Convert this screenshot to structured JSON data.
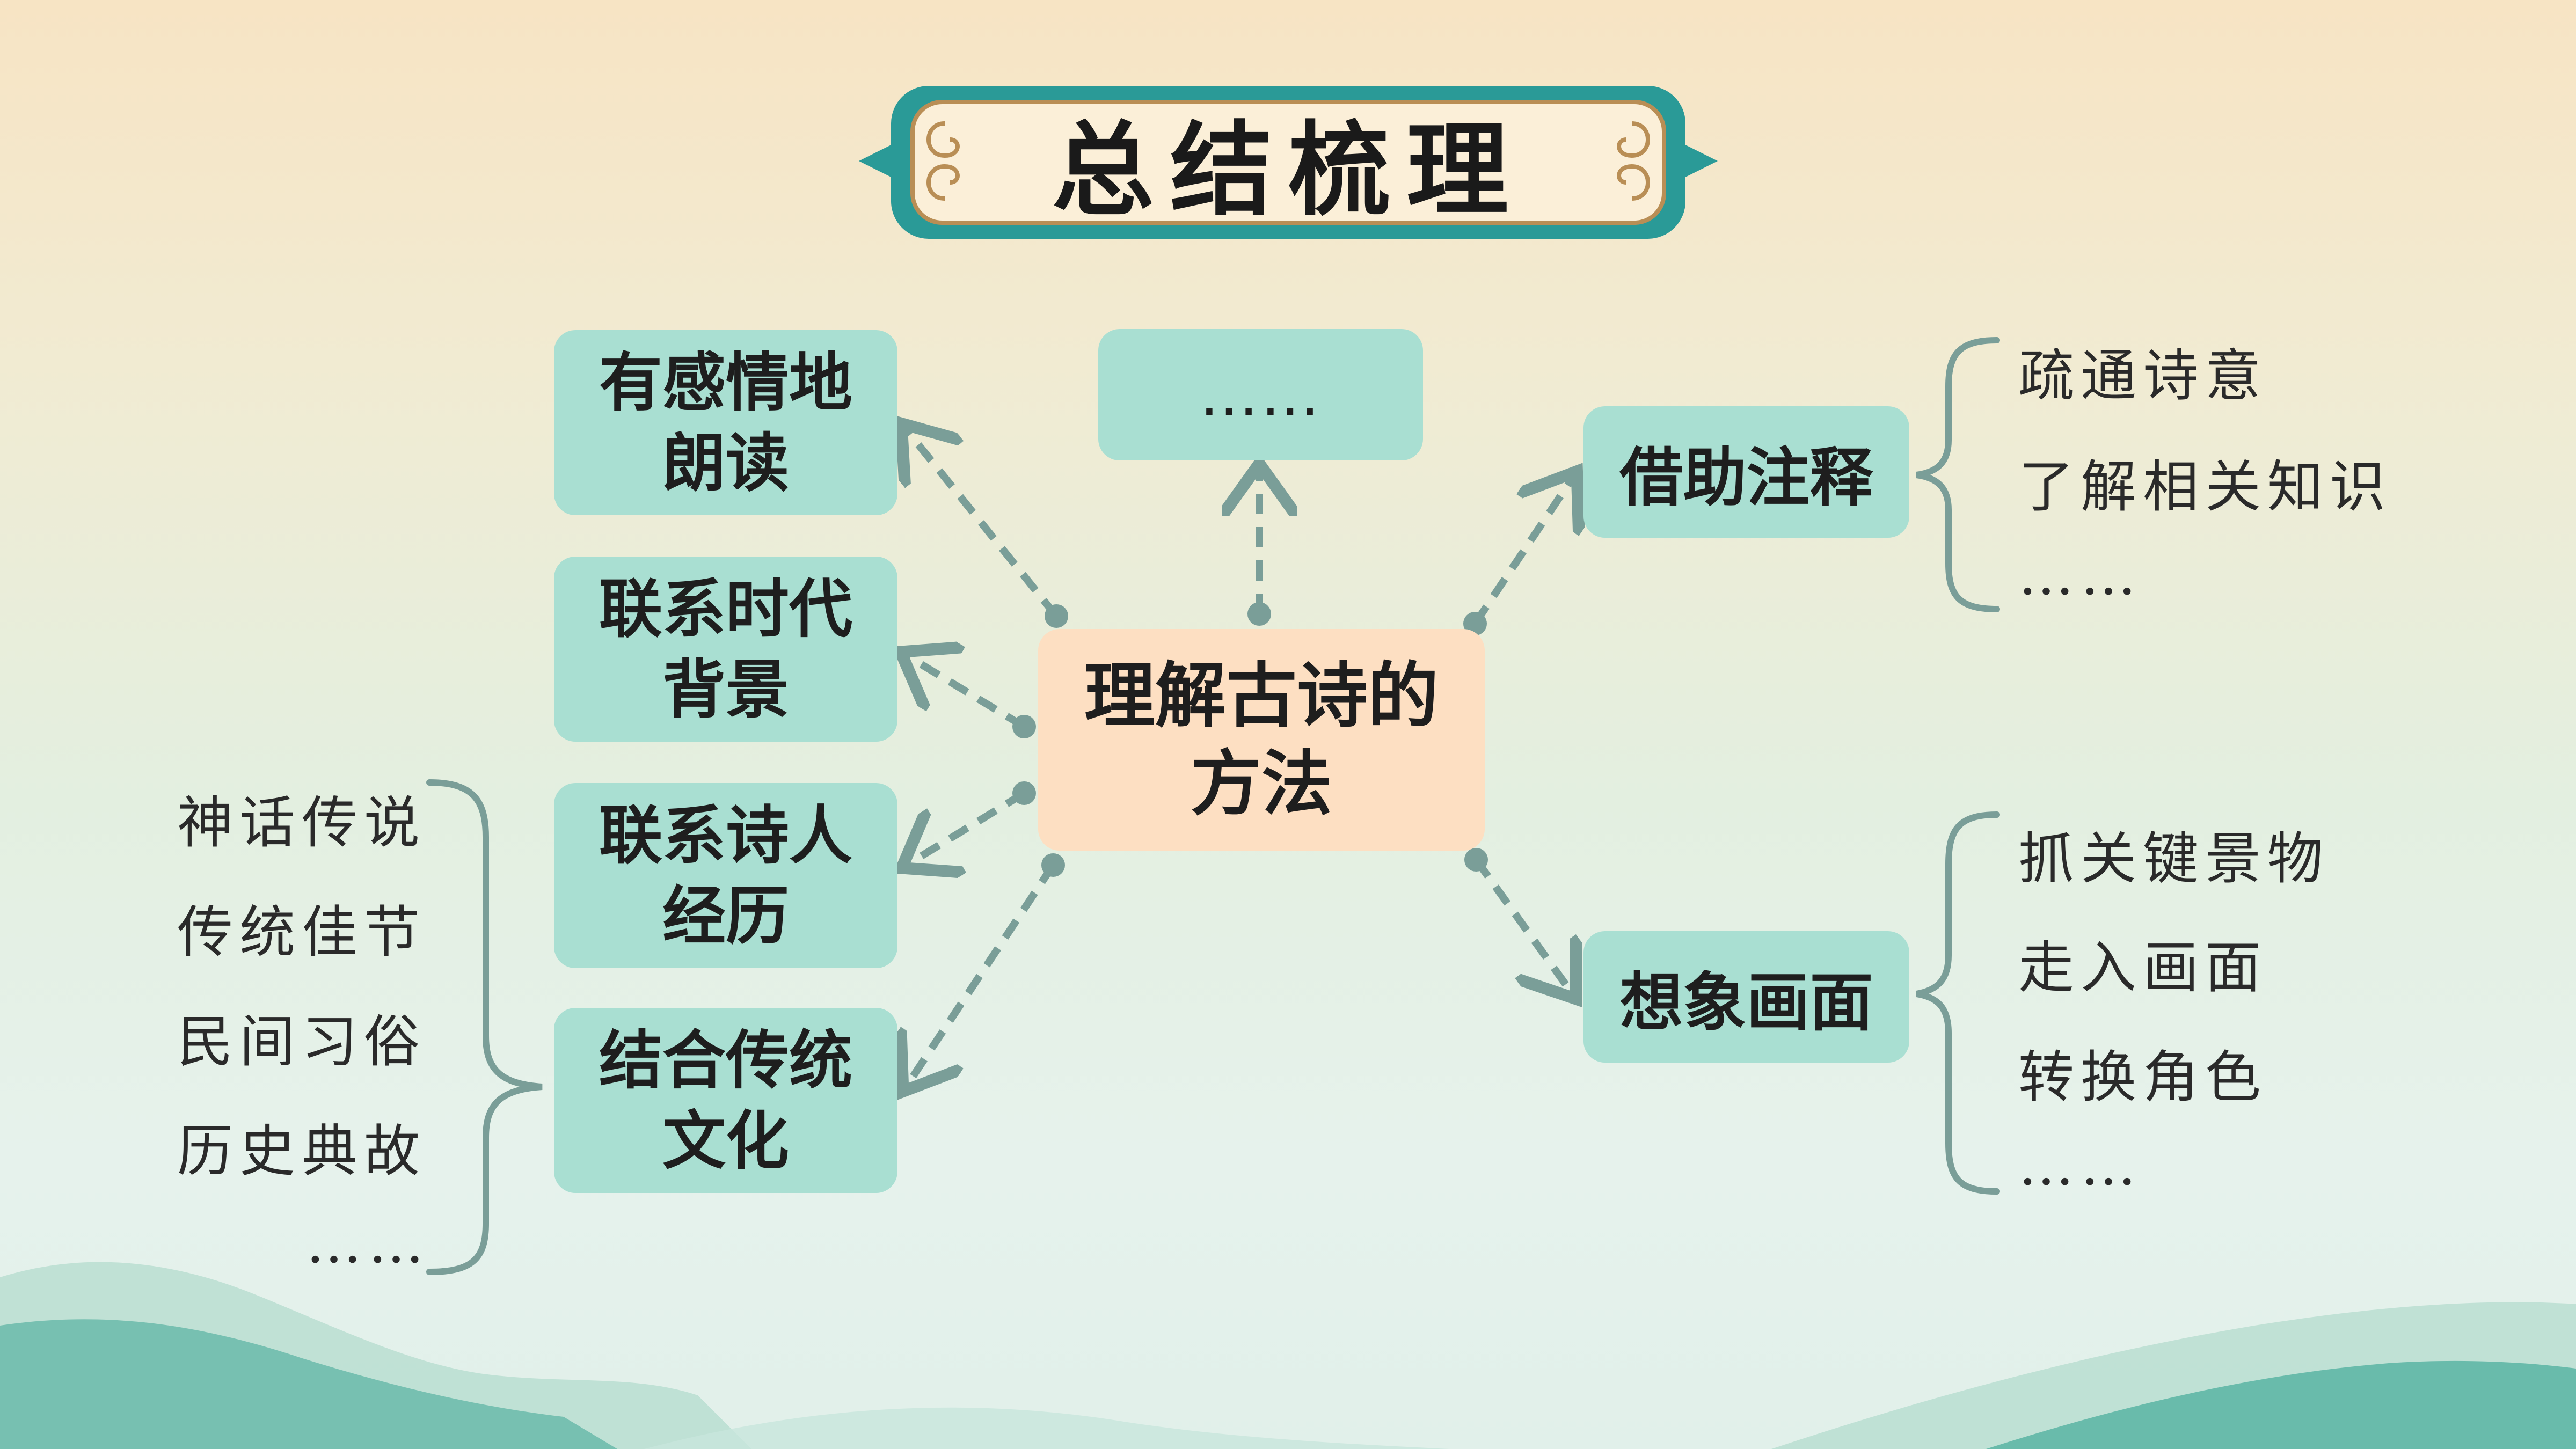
{
  "title": "总结梳理",
  "center": {
    "line1": "理解古诗的",
    "line2": "方法"
  },
  "top_box": "……",
  "left_nodes": [
    {
      "line1": "有感情地",
      "line2": "朗读"
    },
    {
      "line1": "联系时代",
      "line2": "背景"
    },
    {
      "line1": "联系诗人",
      "line2": "经历"
    },
    {
      "line1": "结合传统",
      "line2": "文化"
    }
  ],
  "right_nodes": [
    {
      "label": "借助注释"
    },
    {
      "label": "想象画面"
    }
  ],
  "left_list": [
    "神话传说",
    "传统佳节",
    "民间习俗",
    "历史典故",
    "……"
  ],
  "right_list_top": [
    "疏通诗意",
    "了解相关知识",
    "……"
  ],
  "right_list_bottom": [
    "抓关键景物",
    "走入画面",
    "转换角色",
    "……"
  ],
  "colors": {
    "node_fill": "#a9dfd2",
    "center_fill": "#fddfc2",
    "connector": "#7a9e98",
    "banner_border": "#2a9a97",
    "banner_fill": "#fbefd8",
    "mountain": "#5fb7a6"
  }
}
